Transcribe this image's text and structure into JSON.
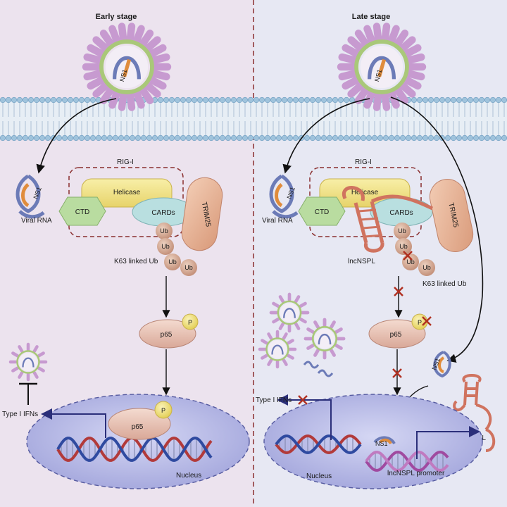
{
  "panels": {
    "left": {
      "title": "Early stage",
      "viral_rna": "Viral RNA",
      "ns1": "NS1",
      "rig_i": "RIG-I",
      "helicase": "Helicase",
      "ctd": "CTD",
      "cards": "CARDs",
      "trim25": "TRIM25",
      "ub": "Ub",
      "k63": "K63 linked Ub",
      "p65": "p65",
      "p": "P",
      "type1_ifns": "Type I IFNs",
      "nucleus": "Nucleus"
    },
    "right": {
      "title": "Late stage",
      "viral_rna": "Viral RNA",
      "ns1": "NS1",
      "rig_i": "RIG-I",
      "helicase": "Helicase",
      "ctd": "CTD",
      "cards": "CARDs",
      "trim25": "TRIM25",
      "ub": "Ub",
      "k63": "K63 linked Ub",
      "lncnspl": "lncNSPL",
      "p65": "p65",
      "p": "P",
      "type1_ifns": "Type I IFNs",
      "lncnspl_promoter": "lncNSPL promoter",
      "nucleus": "Nucleus"
    }
  },
  "colors": {
    "left_bg": "#ece3ee",
    "right_bg": "#e7e8f3",
    "membrane_head": "#9fc3dc",
    "virus_spike": "#c79ad0",
    "virus_ring": "#a9c879",
    "helicase": "#f2e48a",
    "ctd": "#b9dca0",
    "cards": "#b9dfe0",
    "trim25": "#e8b89a",
    "ub": "#d6aa8f",
    "p65": "#e7c1b3",
    "phospho": "#f1e07a",
    "nucleus": "#b4b7e6",
    "lncrna": "#d0735f",
    "block_x": "#b03020",
    "arrow_dark": "#2b2f7a"
  }
}
